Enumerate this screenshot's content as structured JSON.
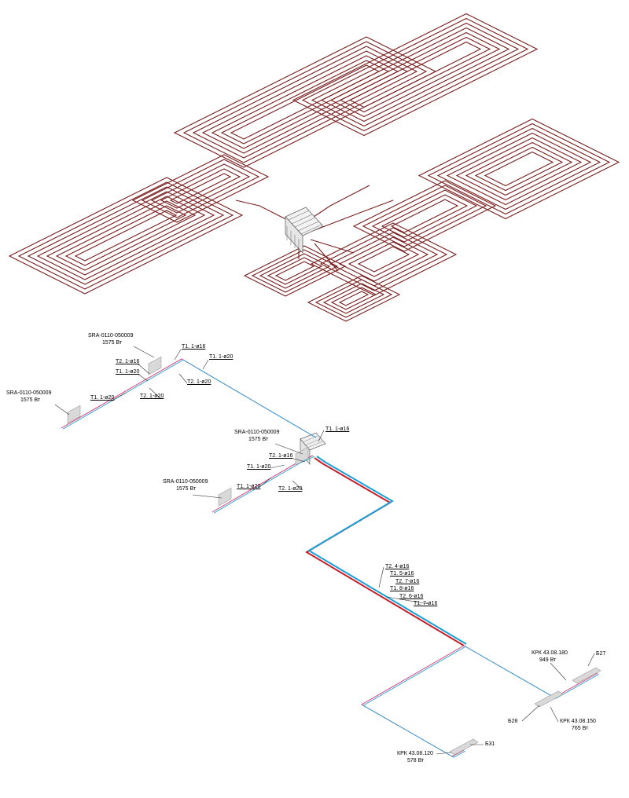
{
  "colors": {
    "floor_pipe": "#7a1e1e",
    "supply_pipe": "#d9407a",
    "return_pipe": "#3aa6d6",
    "riser_red": "#c8202a",
    "riser_blue": "#1aa0d8",
    "leader": "#333333",
    "radiator_fill": "#d9d9d9"
  },
  "labels": {
    "rad1_model": "SRA-0110-050009",
    "rad1_power": "1575 Вт",
    "rad2_model": "SRA-0110-050009",
    "rad2_power": "1575 Вт",
    "rad3_model": "SRA-0110-050009",
    "rad3_power": "1575 Вт",
    "rad4_model": "SRA-0110-050009",
    "rad4_power": "1575 Вт",
    "p_t11_16_a": "T1. 1-ø16",
    "p_t11_20_a": "T1. 1-ø20",
    "p_t21_16_a": "T2. 1-ø16",
    "p_t11_20_b": "T1. 1-ø20",
    "p_t22_20_a": "T2. 1-ø20",
    "p_t11_20_c": "T1. 1-ø20",
    "p_t21_20_b": "T2. 1-ø20",
    "p_t11_16_b": "T1. 1-ø16",
    "p_t21_16_b": "T2. 1-ø16",
    "p_t11_20_d": "T1. 1-ø20",
    "p_t11_20_e": "T1. 1-ø20",
    "p_t21_20_c": "T2. 1-ø20",
    "p_t24_16": "T2. 4-ø16",
    "p_t15_16": "T1. 5-ø16",
    "p_t27_16": "T2. 7-ø16",
    "p_t18_16": "T1. 8-ø16",
    "p_t26_16": "T2. 6-ø16",
    "p_t17_16": "T1. 7-ø16",
    "krk1_model": "КРК 43.08.180",
    "krk1_power": "949 Вт",
    "krk1_tag": "Б27",
    "krk2_model": "КРК 43.08.150",
    "krk2_power": "765 Вт",
    "krk2_tag": "Б28",
    "krk3_model": "КРК 43.08.120",
    "krk3_power": "578 Вт",
    "krk3_tag": "Б31"
  }
}
